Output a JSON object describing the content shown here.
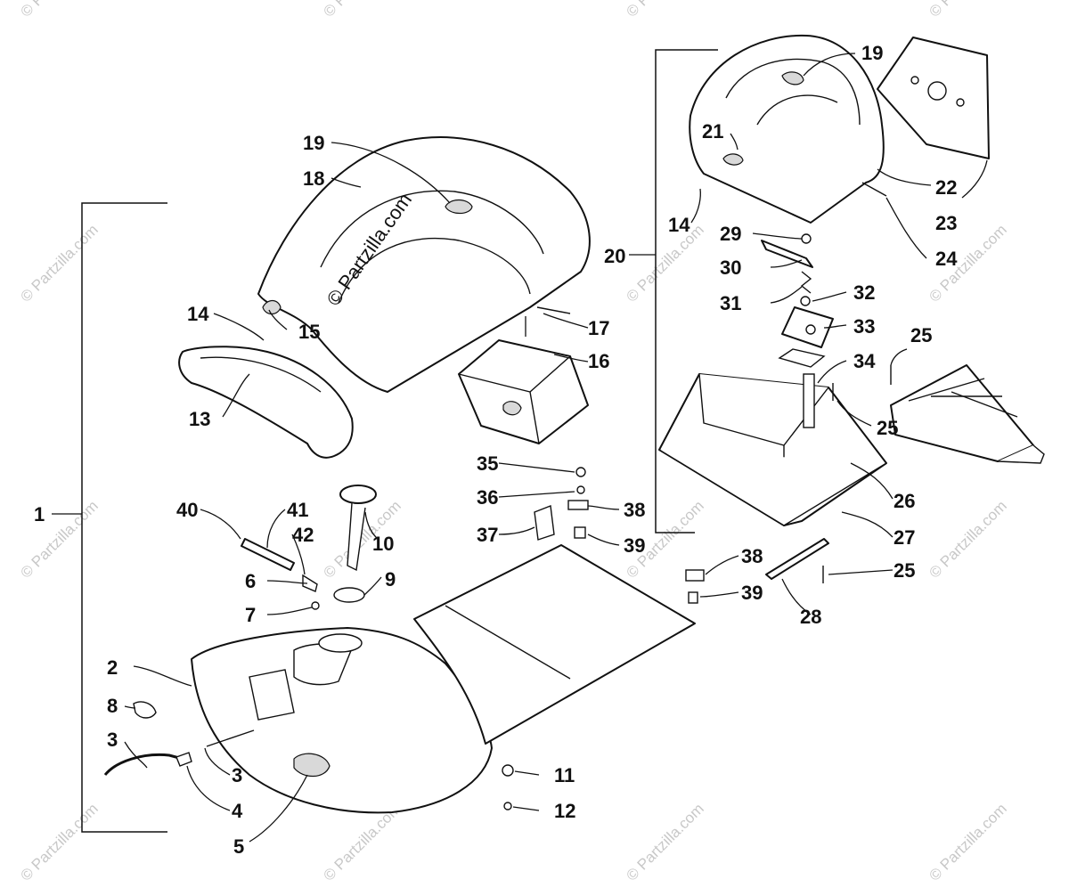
{
  "watermark": {
    "main": "© Partzilla.com",
    "repeat": "© Partzilla.com"
  },
  "callouts": [
    {
      "n": "1"
    },
    {
      "n": "2"
    },
    {
      "n": "3"
    },
    {
      "n": "3"
    },
    {
      "n": "4"
    },
    {
      "n": "5"
    },
    {
      "n": "6"
    },
    {
      "n": "7"
    },
    {
      "n": "8"
    },
    {
      "n": "9"
    },
    {
      "n": "10"
    },
    {
      "n": "11"
    },
    {
      "n": "12"
    },
    {
      "n": "13"
    },
    {
      "n": "14"
    },
    {
      "n": "14"
    },
    {
      "n": "15"
    },
    {
      "n": "16"
    },
    {
      "n": "17"
    },
    {
      "n": "18"
    },
    {
      "n": "19"
    },
    {
      "n": "19"
    },
    {
      "n": "20"
    },
    {
      "n": "21"
    },
    {
      "n": "22"
    },
    {
      "n": "23"
    },
    {
      "n": "24"
    },
    {
      "n": "25"
    },
    {
      "n": "25"
    },
    {
      "n": "25"
    },
    {
      "n": "26"
    },
    {
      "n": "27"
    },
    {
      "n": "28"
    },
    {
      "n": "29"
    },
    {
      "n": "30"
    },
    {
      "n": "31"
    },
    {
      "n": "32"
    },
    {
      "n": "33"
    },
    {
      "n": "34"
    },
    {
      "n": "35"
    },
    {
      "n": "36"
    },
    {
      "n": "37"
    },
    {
      "n": "38"
    },
    {
      "n": "38"
    },
    {
      "n": "39"
    },
    {
      "n": "39"
    },
    {
      "n": "40"
    },
    {
      "n": "41"
    },
    {
      "n": "42"
    }
  ]
}
